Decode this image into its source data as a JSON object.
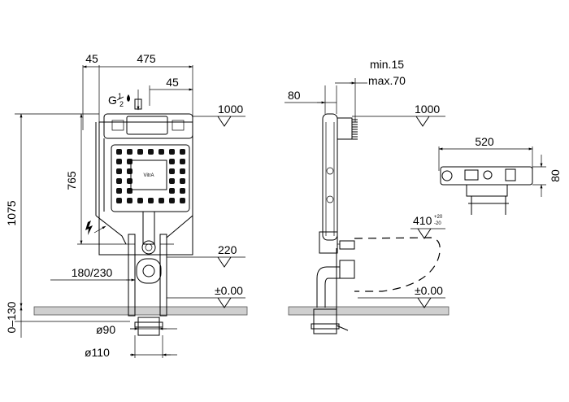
{
  "front_view": {
    "dim_45_left": "45",
    "dim_475": "475",
    "dim_45_right": "45",
    "inlet_label_g": "G",
    "inlet_label_num": "1",
    "inlet_label_den": "2",
    "dim_1000": "1000",
    "dim_765": "765",
    "dim_1075": "1075",
    "dim_180_230": "180/230",
    "dim_220": "220",
    "dim_0_00": "±0.00",
    "dim_0_130": "0–130",
    "dim_90": "ø90",
    "dim_110": "ø110",
    "brand_logo": "VitrA"
  },
  "side_view": {
    "dim_min15": "min.15",
    "dim_max70": "max.70",
    "dim_80": "80",
    "dim_1000": "1000",
    "dim_410": "410",
    "dim_410_tol_upper": "+20",
    "dim_410_tol_lower": "-20",
    "dim_0_00": "±0.00"
  },
  "top_view": {
    "dim_520": "520",
    "dim_80": "80"
  },
  "icons": {
    "water_drop": "water-drop-icon",
    "electric": "lightning-icon",
    "level_marker": "level-triangle-icon"
  }
}
